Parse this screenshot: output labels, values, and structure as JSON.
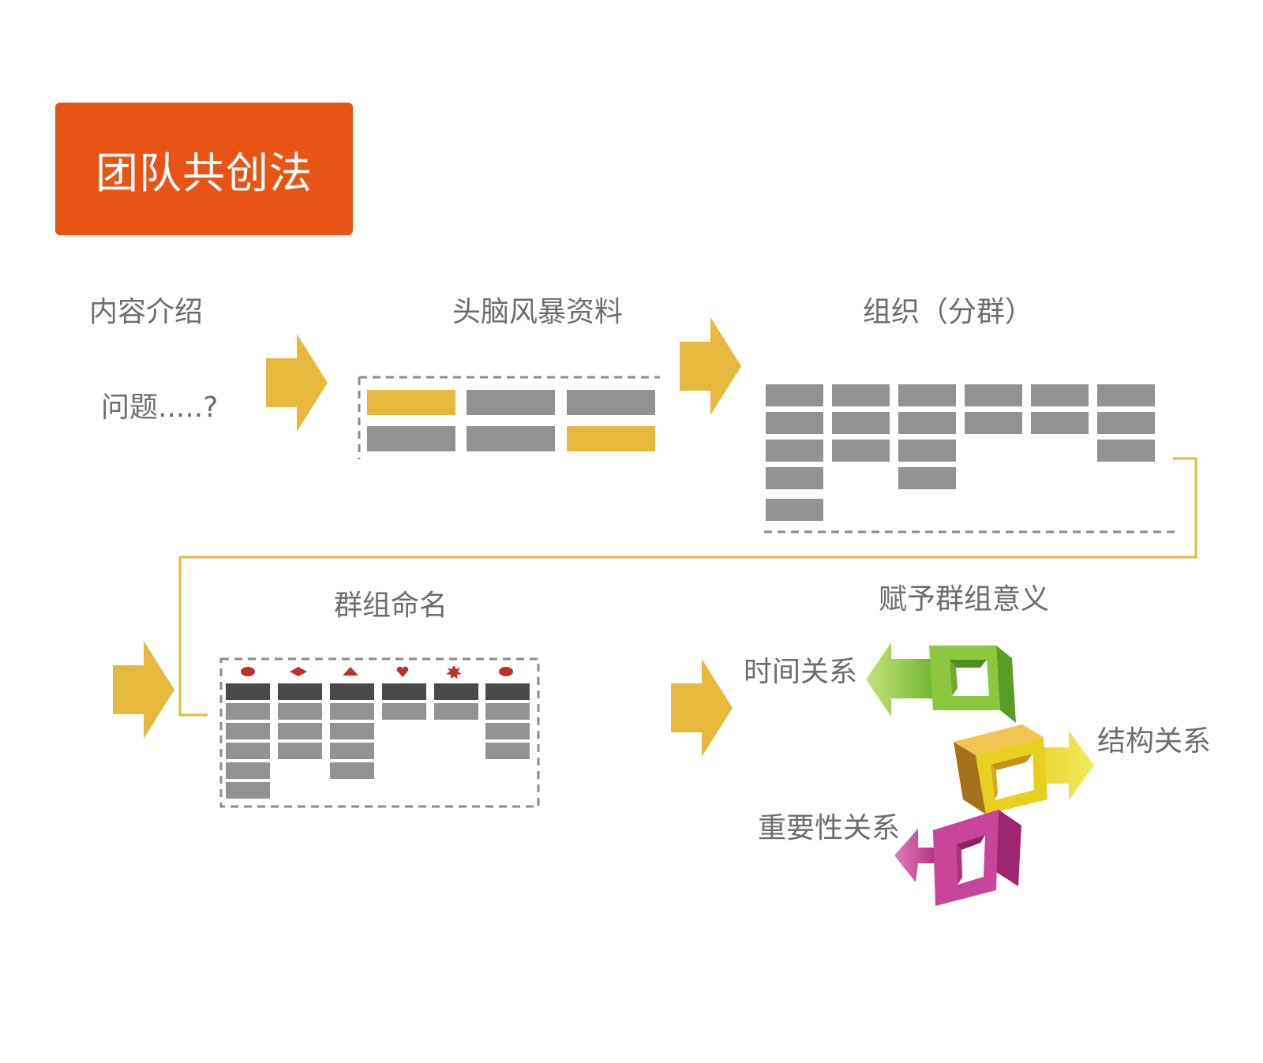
{
  "title": "团队共创法",
  "steps": {
    "intro": "内容介绍",
    "question": "问题.....?",
    "brainstorm": "头脑风暴资料",
    "organize": "组织（分群）",
    "naming": "群组命名",
    "meaning": "赋予群组意义"
  },
  "relations": {
    "time": "时间关系",
    "structure": "结构关系",
    "importance": "重要性关系"
  },
  "colors": {
    "title_bg": "#e85416",
    "arrow": "#e6b93c",
    "card_gray": "#929292",
    "card_dark": "#4a4a4a",
    "highlight": "#e6b93c",
    "symbol_red": "#c0302a",
    "connector": "#e6b93c",
    "cube_green": "#8dc63f",
    "cube_orange": "#e6a21c",
    "cube_magenta": "#c8469a"
  },
  "icons": {
    "naming_symbols": [
      "ellipse-icon",
      "diamond-icon",
      "triangle-icon",
      "heart-icon",
      "star-icon",
      "ellipse-icon"
    ]
  }
}
